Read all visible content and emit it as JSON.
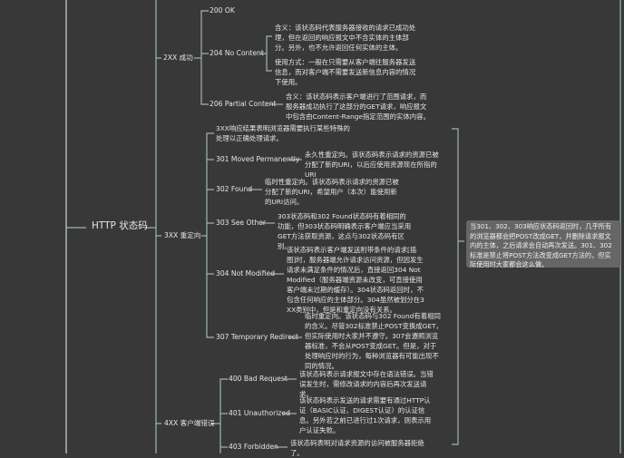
{
  "root": "HTTP 状态码",
  "groups": {
    "g2xx": {
      "label": "2XX 成功",
      "c200": "200 OK",
      "c204": "204 No Content",
      "c204_desc1": "含义：该状态码代表服务器接收的请求已成功处理，但在返回的响应报文中不含实体的主体部分。另外，也不允许返回任何实体的主体。",
      "c204_desc2": "使用方式：一般在只需要从客户端往服务器发送信息，而对客户端不需要发送新信息内容的情况下使用。",
      "c206": "206 Partial Content",
      "c206_desc": "含义：该状态码表示客户端进行了范围请求，而服务器成功执行了这部分的GET请求，响应报文中包含由Content-Range指定范围的实体内容。"
    },
    "g3xx": {
      "label": "3XX 重定向",
      "intro": "3XX响应结果表明浏览器需要执行某些特殊的处理以正确处理请求。",
      "c301": "301 Moved Permanently",
      "c301_desc": "永久性重定向。该状态码表示请求的资源已被分配了新的URI，以后应使用资源现在所指的URI",
      "c302": "302 Found",
      "c302_desc": "临时性重定向。该状态码表示请求的资源已被分配了新的URI，希望用户（本次）能使用新的URI访问。",
      "c303": "303 See Other",
      "c303_desc": "303状态码和302 Found状态码有着相同的功能，但303状态码明确表示客户端应当采用GET方法获取资源，这点与302状态码有区别。",
      "c304": "304 Not Modified",
      "c304_desc": "该状态码表示客户端发送附带条件的请求[插图]时，服务器端允许请求访问资源，但因发生请求未满足条件的情况后，直接返回304 Not Modified（服务器端资源未改变，可直接使用客户端未过期的缓存）。304状态码返回时，不包含任何响应的主体部分。304虽然被划分在3XX类别中，但是和重定向没有关系。",
      "c307": "307 Temporary Redirect",
      "c307_desc": "临时重定向。该状态码与302 Found有着相同的含义。尽管302标准禁止POST变换成GET，但实际使用时大家并不遵守。307会遵照浏览器标准，不会从POST变成GET。但是，对于处理响应时的行为，每种浏览器有可能出现不同的情况。",
      "note": "当301、302、303响应状态码返回时，几乎所有的浏览器都会把POST改成GET，并删除请求报文内的主体，之后请求会自动再次发送。301、302标准是禁止将POST方法改变成GET方法的，但实际使用时大家都会这么做。"
    },
    "g4xx": {
      "label": "4XX 客户端错误",
      "c400": "400 Bad Request",
      "c400_desc": "该状态码表示请求报文中存在语法错误。当错误发生时，需修改请求的内容后再次发送请求。",
      "c401": "401 Unauthorized",
      "c401_desc": "该状态码表示发送的请求需要有通过HTTP认证（BASIC认证、DIGEST认证）的认证信息。另外若之前已进行过1次请求，则表示用户认证失败。",
      "c403": "403 Forbidden",
      "c403_desc": "该状态码表明对请求资源的访问被服务器拒绝了。"
    }
  },
  "colors": {
    "background": "#383838",
    "connector": "#9fb5b8",
    "note_bg": "#666666"
  }
}
